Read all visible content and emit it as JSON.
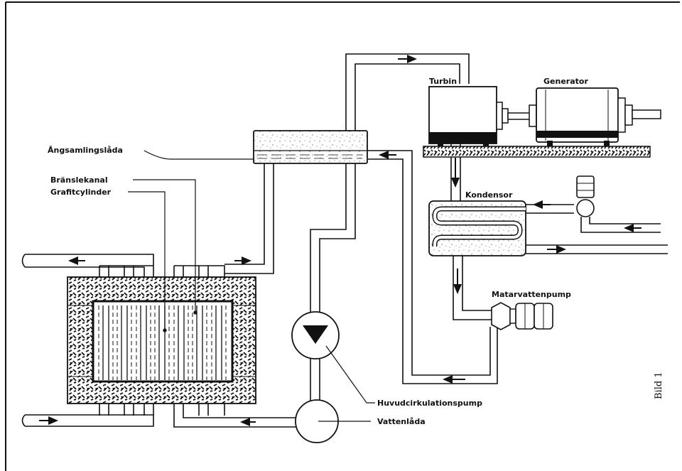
{
  "labels": {
    "turbin": "Turbin",
    "generator": "Generator",
    "angsamlingslada": "Ångsamlingslåda",
    "branslekanal": "Bränslekanal",
    "grafitcylinder": "Grafitcylinder",
    "kondensor": "Kondensor",
    "matarvattenpump": "Matarvattenpump",
    "huvudcirkulationspump": "Huvudcirkulationspump",
    "vattenlada": "Vattenlåda",
    "bild": "Bild 1"
  }
}
